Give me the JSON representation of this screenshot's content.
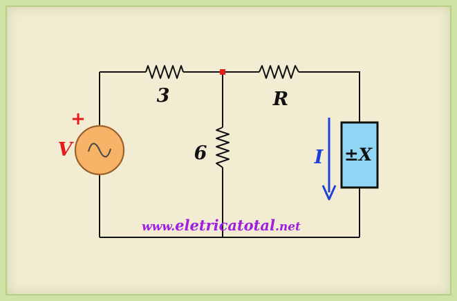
{
  "labels": {
    "r1": "3",
    "r2": "R",
    "r3": "6",
    "source": "V",
    "source_polarity": "+",
    "current": "I",
    "box": "±X"
  },
  "watermark": {
    "prefix": "www.",
    "main": "eletricatotal",
    "suffix": ".net"
  },
  "colors": {
    "background": "#f2ecd2",
    "frame": "#cfe3a7",
    "wire": "#111111",
    "source_fill": "#f7b267",
    "source_stroke": "#e07b1e",
    "box_fill": "#8fd6f5",
    "current_color": "#1f3fd6",
    "red": "#e21b1b",
    "watermark_color": "#a01ee0"
  }
}
